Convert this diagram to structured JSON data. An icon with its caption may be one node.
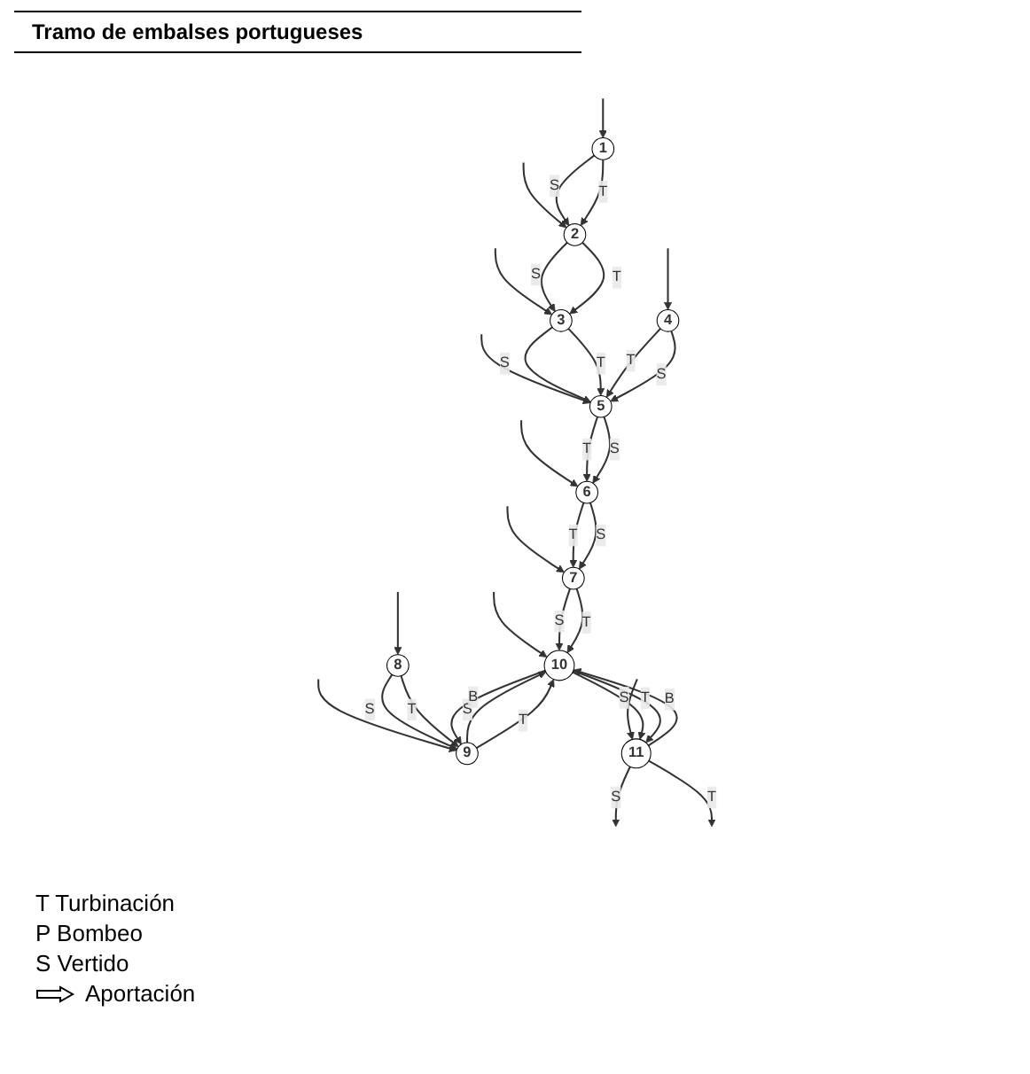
{
  "diagram": {
    "nodes": [
      {
        "text": [
          "1"
        ]
      },
      {
        "text": [
          "2"
        ]
      },
      {
        "text": [
          "3"
        ]
      },
      {
        "text": [
          "4"
        ]
      },
      {
        "text": [
          "5"
        ]
      },
      {
        "text": [
          "6"
        ]
      },
      {
        "text": [
          "7"
        ]
      },
      {
        "text": [
          "8"
        ]
      },
      {
        "text": [
          "9"
        ]
      },
      {
        "text": [
          "10"
        ]
      },
      {
        "text": [
          "11"
        ]
      }
    ],
    "edges": [
      {
        "from": null,
        "to": 0,
        "arrow": "to"
      },
      {
        "from": null,
        "to": 1,
        "arrow": "to"
      },
      {
        "from": null,
        "to": 2,
        "arrow": "to"
      },
      {
        "from": null,
        "to": 3,
        "arrow": "to"
      },
      {
        "from": null,
        "to": 4,
        "arrow": "to"
      },
      {
        "from": null,
        "to": 5,
        "arrow": "to"
      },
      {
        "from": null,
        "to": 6,
        "arrow": "to"
      },
      {
        "from": null,
        "to": 7,
        "arrow": "to"
      },
      {
        "from": null,
        "to": 8,
        "arrow": "to"
      },
      {
        "from": null,
        "to": 9,
        "arrow": "to"
      },
      {
        "from": null,
        "to": 10,
        "arrow": "to"
      },
      {
        "from": 0,
        "to": 1,
        "arrow": "to",
        "label": "S"
      },
      {
        "from": 0,
        "to": 1,
        "arrow": "to",
        "label": "T"
      },
      {
        "from": 1,
        "to": 2,
        "arrow": "to",
        "label": "S"
      },
      {
        "from": 1,
        "to": 2,
        "arrow": "to",
        "label": "T"
      },
      {
        "from": 2,
        "to": 4,
        "arrow": "to",
        "label": "S"
      },
      {
        "from": 2,
        "to": 4,
        "arrow": "to",
        "label": "T"
      },
      {
        "from": 3,
        "to": 4,
        "arrow": "to",
        "label": "T"
      },
      {
        "from": 3,
        "to": 4,
        "arrow": "to",
        "label": "S"
      },
      {
        "from": 4,
        "to": 5,
        "arrow": "to",
        "label": "T"
      },
      {
        "from": 4,
        "to": 5,
        "arrow": "to",
        "label": "S"
      },
      {
        "from": 5,
        "to": 6,
        "arrow": "to",
        "label": "T"
      },
      {
        "from": 5,
        "to": 6,
        "arrow": "to",
        "label": "S"
      },
      {
        "from": 6,
        "to": 9,
        "arrow": "to",
        "label": "S"
      },
      {
        "from": 6,
        "to": 9,
        "arrow": "to",
        "label": "T"
      },
      {
        "from": 8,
        "to": 9,
        "arrow": "to",
        "label": "S"
      },
      {
        "from": 7,
        "to": 8,
        "arrow": "to",
        "label": "S"
      },
      {
        "from": 8,
        "to": 9,
        "arrow": "to",
        "label": "T"
      },
      {
        "from": 7,
        "to": 8,
        "arrow": "to",
        "label": "T"
      },
      {
        "from": 9,
        "to": 10,
        "arrow": "to",
        "label": "S"
      },
      {
        "from": 10,
        "to": 9,
        "arrow": "to",
        "label": "B"
      },
      {
        "from": 9,
        "to": 10,
        "arrow": "to",
        "label": "T"
      },
      {
        "from": 9,
        "to": 8,
        "arrow": "to",
        "label": "B"
      },
      {
        "from": 10,
        "to": null,
        "arrow": "to",
        "label": "S"
      },
      {
        "from": 10,
        "to": null,
        "arrow": "to",
        "label": "T"
      }
    ],
    "labels": [
      "Tramo de embalses portugueses"
    ],
    "legend": [
      {
        "text": "T Turbinación"
      },
      {
        "text": "P Bombeo"
      },
      {
        "text": "S Vertido"
      },
      {
        "text": "Aportación"
      }
    ]
  }
}
